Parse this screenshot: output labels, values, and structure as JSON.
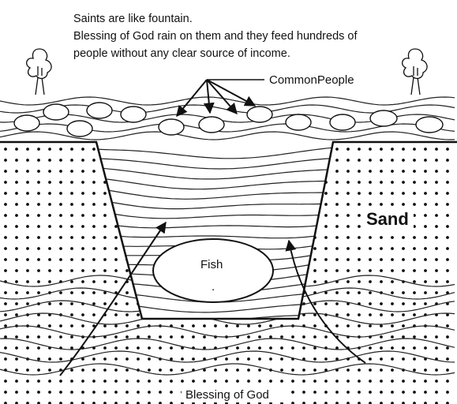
{
  "caption": {
    "line1": "Saints are like fountain.",
    "line2": "Blessing of God rain on them and they feed hundreds of",
    "line3": "people without any clear source of income."
  },
  "labels": {
    "common_people": "CommonPeople",
    "sand": "Sand",
    "fish": "Fish",
    "fish_dot": ".",
    "blessing": "Blessing of God"
  }
}
